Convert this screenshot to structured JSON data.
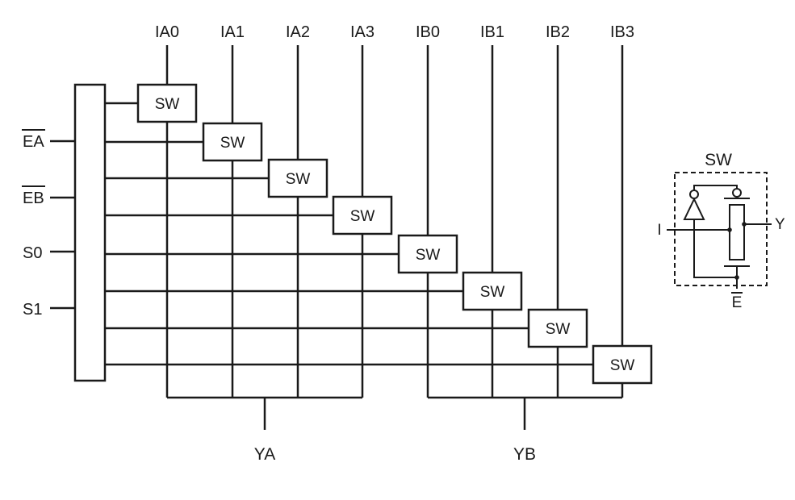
{
  "diagram": {
    "top_inputs": [
      "IA0",
      "IA1",
      "IA2",
      "IA3",
      "IB0",
      "IB1",
      "IB2",
      "IB3"
    ],
    "left_inputs": [
      {
        "label": "EA",
        "overline": true
      },
      {
        "label": "EB",
        "overline": true
      },
      {
        "label": "S0",
        "overline": false
      },
      {
        "label": "S1",
        "overline": false
      }
    ],
    "switch_label": "SW",
    "outputs": [
      "YA",
      "YB"
    ],
    "detail": {
      "title": "SW",
      "input_label": "I",
      "output_label": "Y",
      "enable_label": "E",
      "enable_overline": true
    },
    "colors": {
      "line": "#1a1a1a",
      "background": "#ffffff"
    }
  }
}
